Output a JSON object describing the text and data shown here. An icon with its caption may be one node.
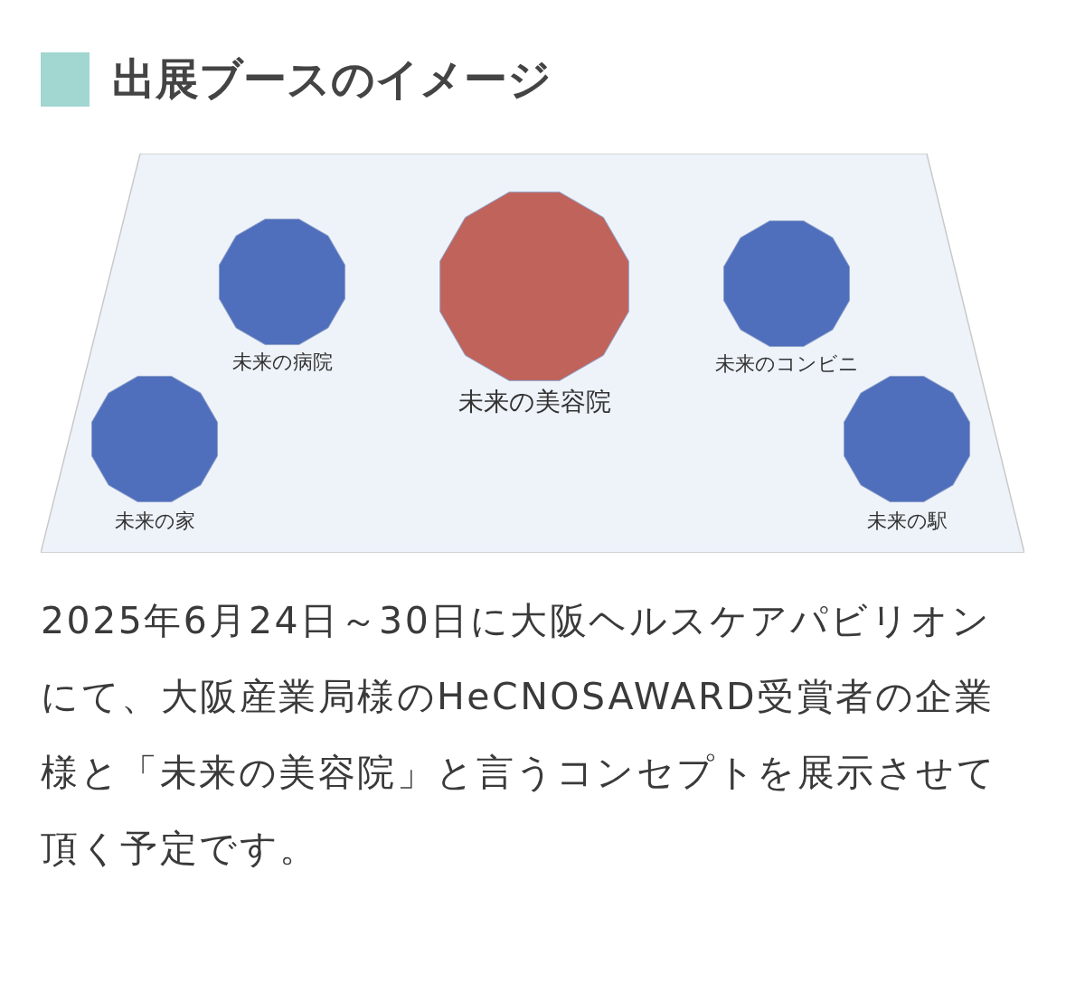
{
  "diagram": {
    "title": "出展ブースのイメージ",
    "nodes": [
      {
        "text": [],
        "shape": "trapezoid"
      },
      {
        "text": [
          "未来の病院"
        ],
        "in": 0
      },
      {
        "text": [
          "未来の美容院"
        ],
        "in": 0
      },
      {
        "text": [
          "未来のコンビニ"
        ],
        "in": 0
      },
      {
        "text": [
          "未来の家"
        ],
        "in": 0
      },
      {
        "text": [
          "未来の駅"
        ],
        "in": 0
      }
    ],
    "caption": "2025年6月24日～30日に大阪ヘルスケアパビリオンにて、大阪産業局様のHeCNOSAWARD受賞者の企業様と「未来の美容院」と言うコンセプトを展示させて頂く予定です。"
  }
}
